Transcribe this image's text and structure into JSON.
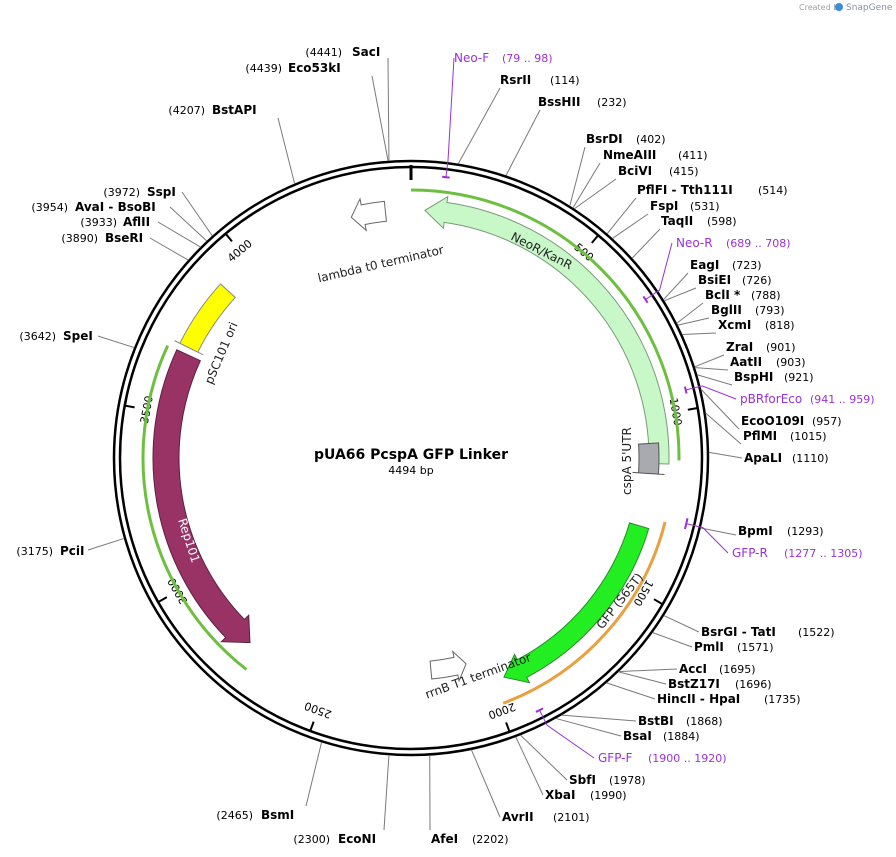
{
  "app": {
    "credit": "Created by",
    "brand": "SnapGene"
  },
  "plasmid": {
    "name": "pUA66 PcspA GFP Linker",
    "length_label": "4494 bp",
    "length": 4494
  },
  "ticks": [
    {
      "label": "500",
      "pos": 500
    },
    {
      "label": "1000",
      "pos": 1000
    },
    {
      "label": "1500",
      "pos": 1500
    },
    {
      "label": "2000",
      "pos": 2000
    },
    {
      "label": "2500",
      "pos": 2500
    },
    {
      "label": "3000",
      "pos": 3000
    },
    {
      "label": "3500",
      "pos": 3500
    },
    {
      "label": "4000",
      "pos": 4000
    }
  ],
  "sites": [
    {
      "name": "SacI",
      "pos": 4441,
      "pos_label": "(4441)"
    },
    {
      "name": "Eco53kI",
      "pos": 4439,
      "pos_label": "(4439)"
    },
    {
      "name": "BstAPI",
      "pos": 4207,
      "pos_label": "(4207)"
    },
    {
      "name": "RsrII",
      "pos": 114,
      "pos_label": "(114)"
    },
    {
      "name": "BssHII",
      "pos": 232,
      "pos_label": "(232)"
    },
    {
      "name": "BsrDI",
      "pos": 402,
      "pos_label": "(402)"
    },
    {
      "name": "NmeAIII",
      "pos": 411,
      "pos_label": "(411)"
    },
    {
      "name": "BciVI",
      "pos": 415,
      "pos_label": "(415)"
    },
    {
      "name": "PflFI - Tth111I",
      "pos": 514,
      "pos_label": "(514)"
    },
    {
      "name": "FspI",
      "pos": 531,
      "pos_label": "(531)"
    },
    {
      "name": "TaqII",
      "pos": 598,
      "pos_label": "(598)"
    },
    {
      "name": "EagI",
      "pos": 723,
      "pos_label": "(723)"
    },
    {
      "name": "BsiEI",
      "pos": 726,
      "pos_label": "(726)"
    },
    {
      "name": "BclI *",
      "pos": 788,
      "pos_label": "(788)"
    },
    {
      "name": "BglII",
      "pos": 793,
      "pos_label": "(793)"
    },
    {
      "name": "XcmI",
      "pos": 818,
      "pos_label": "(818)"
    },
    {
      "name": "ZraI",
      "pos": 901,
      "pos_label": "(901)"
    },
    {
      "name": "AatII",
      "pos": 903,
      "pos_label": "(903)"
    },
    {
      "name": "BspHI",
      "pos": 921,
      "pos_label": "(921)"
    },
    {
      "name": "EcoO109I",
      "pos": 957,
      "pos_label": "(957)"
    },
    {
      "name": "PflMI",
      "pos": 1015,
      "pos_label": "(1015)"
    },
    {
      "name": "ApaLI",
      "pos": 1110,
      "pos_label": "(1110)"
    },
    {
      "name": "BpmI",
      "pos": 1293,
      "pos_label": "(1293)"
    },
    {
      "name": "BsrGI - TatI",
      "pos": 1522,
      "pos_label": "(1522)"
    },
    {
      "name": "PmlI",
      "pos": 1571,
      "pos_label": "(1571)"
    },
    {
      "name": "AccI",
      "pos": 1695,
      "pos_label": "(1695)"
    },
    {
      "name": "BstZ17I",
      "pos": 1696,
      "pos_label": "(1696)"
    },
    {
      "name": "HincII - HpaI",
      "pos": 1735,
      "pos_label": "(1735)"
    },
    {
      "name": "BstBI",
      "pos": 1868,
      "pos_label": "(1868)"
    },
    {
      "name": "BsaI",
      "pos": 1884,
      "pos_label": "(1884)"
    },
    {
      "name": "SbfI",
      "pos": 1978,
      "pos_label": "(1978)"
    },
    {
      "name": "XbaI",
      "pos": 1990,
      "pos_label": "(1990)"
    },
    {
      "name": "AvrII",
      "pos": 2101,
      "pos_label": "(2101)"
    },
    {
      "name": "AfeI",
      "pos": 2202,
      "pos_label": "(2202)"
    },
    {
      "name": "EcoNI",
      "pos": 2300,
      "pos_label": "(2300)"
    },
    {
      "name": "BsmI",
      "pos": 2465,
      "pos_label": "(2465)"
    },
    {
      "name": "PciI",
      "pos": 3175,
      "pos_label": "(3175)"
    },
    {
      "name": "SpeI",
      "pos": 3642,
      "pos_label": "(3642)"
    },
    {
      "name": "BseRI",
      "pos": 3890,
      "pos_label": "(3890)"
    },
    {
      "name": "AflII",
      "pos": 3933,
      "pos_label": "(3933)"
    },
    {
      "name": "AvaI - BsoBI",
      "pos": 3954,
      "pos_label": "(3954)"
    },
    {
      "name": "SspI",
      "pos": 3972,
      "pos_label": "(3972)"
    }
  ],
  "primers": [
    {
      "name": "Neo-F",
      "range_label": "(79 .. 98)",
      "start": 79,
      "end": 98
    },
    {
      "name": "Neo-R",
      "range_label": "(689 .. 708)",
      "start": 689,
      "end": 708
    },
    {
      "name": "pBRforEco",
      "range_label": "(941 .. 959)",
      "start": 941,
      "end": 959
    },
    {
      "name": "GFP-R",
      "range_label": "(1277 .. 1305)",
      "start": 1277,
      "end": 1305
    },
    {
      "name": "GFP-F",
      "range_label": "(1900 .. 1920)",
      "start": 1900,
      "end": 1920
    }
  ],
  "features": [
    {
      "name": "NeoR/KanR",
      "color": "#c8f7c8"
    },
    {
      "name": "lambda t0 terminator",
      "color": "#ffffff"
    },
    {
      "name": "pSC101 ori",
      "color": "#ffff00"
    },
    {
      "name": "Rep101",
      "color": "#993366"
    },
    {
      "name": "cspA 5'UTR",
      "color": "#a9a9b0"
    },
    {
      "name": "GFP (S65T)",
      "color": "#22ee22"
    },
    {
      "name": "rrnB T1 terminator",
      "color": "#ffffff"
    }
  ],
  "colors": {
    "primer": "#9b30d9",
    "backbone": "#000000",
    "orf_green": "#6dbf40",
    "orf_orange": "#e8a040"
  }
}
